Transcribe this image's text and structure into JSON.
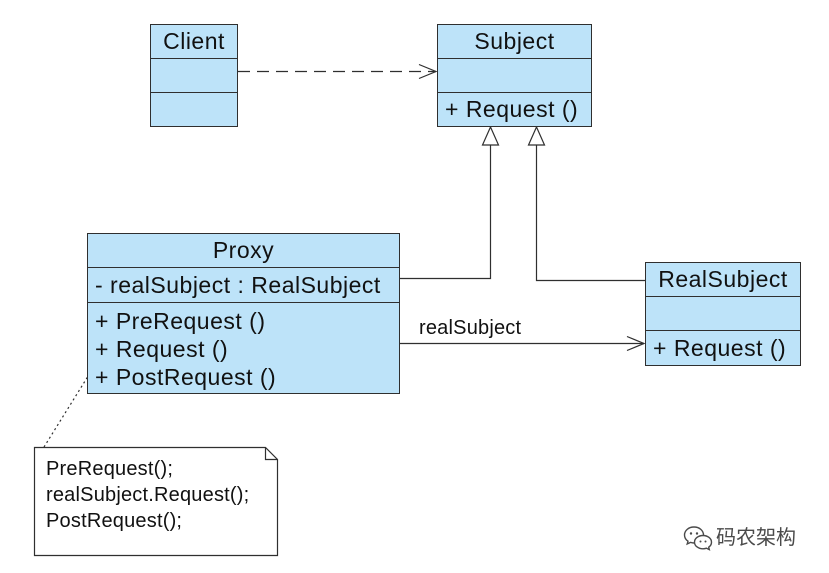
{
  "classes": {
    "client": {
      "name": "Client",
      "attributes": [],
      "operations": []
    },
    "subject": {
      "name": "Subject",
      "attributes": [],
      "operations": [
        "+ Request ()"
      ]
    },
    "proxy": {
      "name": "Proxy",
      "attributes": [
        "- realSubject : RealSubject"
      ],
      "operations": [
        "+ PreRequest ()",
        "+ Request ()",
        "+ PostRequest ()"
      ]
    },
    "real_subject": {
      "name": "RealSubject",
      "attributes": [],
      "operations": [
        "+ Request ()"
      ]
    }
  },
  "association": {
    "label": "realSubject"
  },
  "note": {
    "lines": [
      "PreRequest();",
      "realSubject.Request();",
      "PostRequest();"
    ]
  },
  "watermark": {
    "icon": "wechat-icon",
    "text": "码农架构"
  },
  "colors": {
    "class_fill": "#bde3f9",
    "line": "#2f2f2f",
    "note_fill": "#ffffff",
    "watermark": "#4a4a4a"
  }
}
